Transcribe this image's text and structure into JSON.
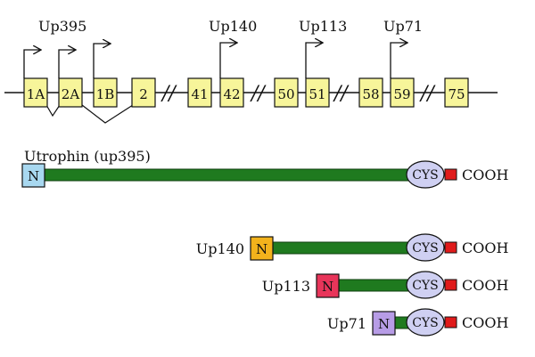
{
  "promoters": [
    {
      "id": "p1a",
      "label": ""
    },
    {
      "id": "p2a",
      "label": "Up395"
    },
    {
      "id": "p1b",
      "label": ""
    },
    {
      "id": "p42",
      "label": "Up140"
    },
    {
      "id": "p51",
      "label": "Up113"
    },
    {
      "id": "p59",
      "label": "Up71"
    }
  ],
  "exons": [
    {
      "id": "e1a",
      "label": "1A"
    },
    {
      "id": "e2a",
      "label": "2A"
    },
    {
      "id": "e1b",
      "label": "1B"
    },
    {
      "id": "e2",
      "label": "2"
    },
    {
      "id": "e41",
      "label": "41"
    },
    {
      "id": "e42",
      "label": "42"
    },
    {
      "id": "e50",
      "label": "50"
    },
    {
      "id": "e51",
      "label": "51"
    },
    {
      "id": "e58",
      "label": "58"
    },
    {
      "id": "e59",
      "label": "59"
    },
    {
      "id": "e75",
      "label": "75"
    }
  ],
  "break_symbol": "//",
  "isoforms": [
    {
      "id": "utrophin",
      "label": "Utrophin (up395)",
      "n_label": "N",
      "cys_label": "CYS",
      "cooh_label": "COOH",
      "n_color": "#a8d8f0"
    },
    {
      "id": "up140",
      "label": "Up140",
      "n_label": "N",
      "cys_label": "CYS",
      "cooh_label": "COOH",
      "n_color": "#f2b21c"
    },
    {
      "id": "up113",
      "label": "Up113",
      "n_label": "N",
      "cys_label": "CYS",
      "cooh_label": "COOH",
      "n_color": "#e8355a"
    },
    {
      "id": "up71",
      "label": "Up71",
      "n_label": "N",
      "cys_label": "CYS",
      "cooh_label": "COOH",
      "n_color": "#b79ce6"
    }
  ],
  "colors": {
    "exon_fill": "#f7f59a",
    "rod": "#1f7a1f",
    "cys_fill": "#cfd0f2",
    "cooh_box": "#e01b1b"
  }
}
